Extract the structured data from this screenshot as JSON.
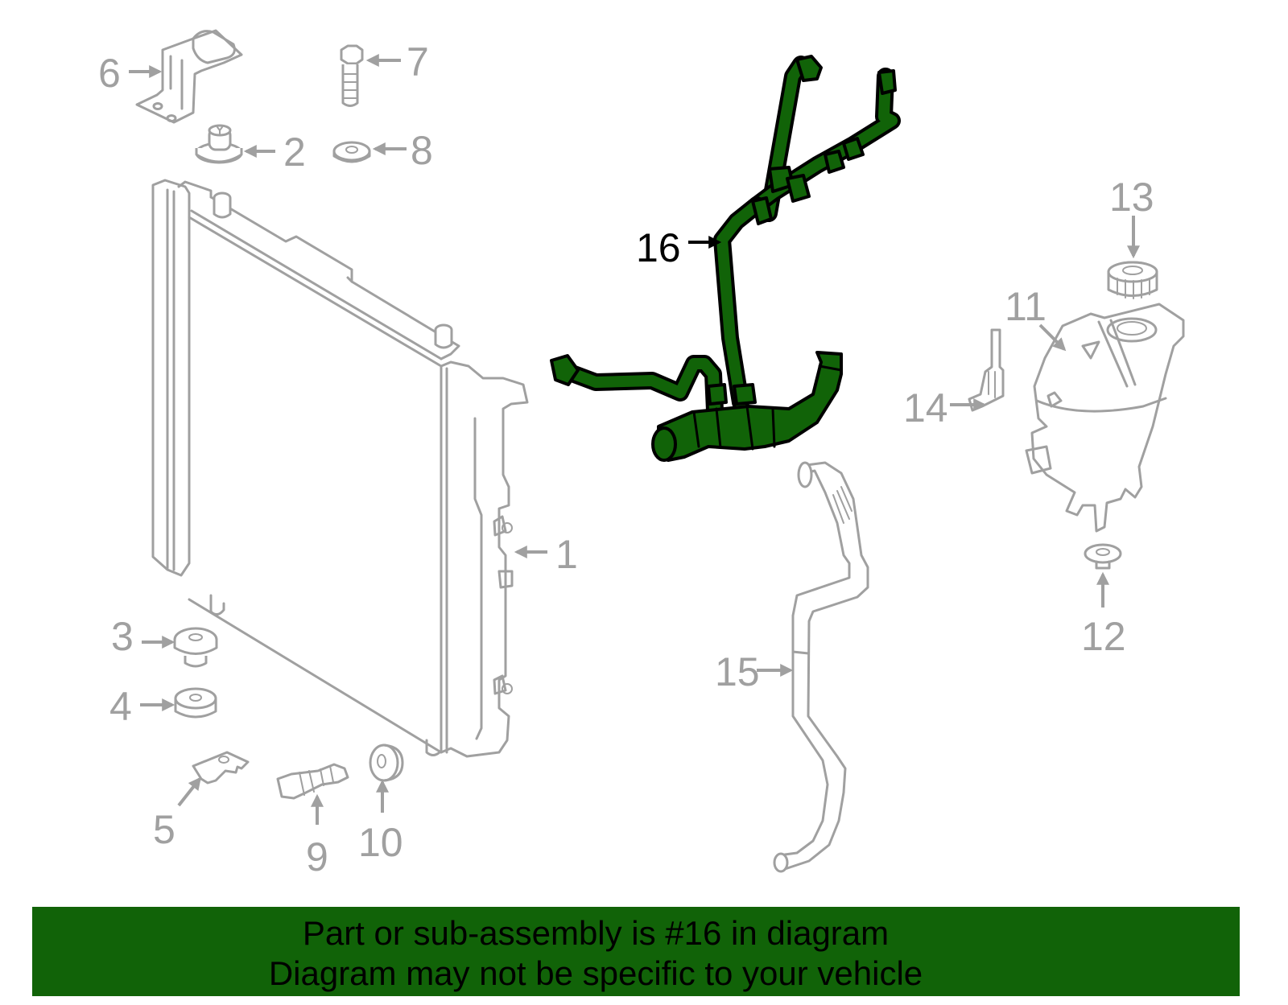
{
  "diagram": {
    "highlighted_part": "16",
    "highlight_color": "#116308",
    "outline_color": "#a0a0a0",
    "callouts": [
      {
        "id": "1",
        "label": "1",
        "part": "radiator"
      },
      {
        "id": "2",
        "label": "2",
        "part": "upper-mount-bushing"
      },
      {
        "id": "3",
        "label": "3",
        "part": "lower-mount-bushing"
      },
      {
        "id": "4",
        "label": "4",
        "part": "lower-insulator"
      },
      {
        "id": "5",
        "label": "5",
        "part": "clip"
      },
      {
        "id": "6",
        "label": "6",
        "part": "upper-bracket"
      },
      {
        "id": "7",
        "label": "7",
        "part": "bolt"
      },
      {
        "id": "8",
        "label": "8",
        "part": "washer"
      },
      {
        "id": "9",
        "label": "9",
        "part": "drain-plug"
      },
      {
        "id": "10",
        "label": "10",
        "part": "grommet"
      },
      {
        "id": "11",
        "label": "11",
        "part": "coolant-reservoir"
      },
      {
        "id": "12",
        "label": "12",
        "part": "reservoir-grommet"
      },
      {
        "id": "13",
        "label": "13",
        "part": "reservoir-cap"
      },
      {
        "id": "14",
        "label": "14",
        "part": "sensor"
      },
      {
        "id": "15",
        "label": "15",
        "part": "overflow-hose"
      },
      {
        "id": "16",
        "label": "16",
        "part": "hose-assembly"
      }
    ]
  },
  "banner": {
    "line1": "Part or sub-assembly is #16 in diagram",
    "line2": "Diagram may not be specific to your vehicle",
    "background": "#116308"
  }
}
